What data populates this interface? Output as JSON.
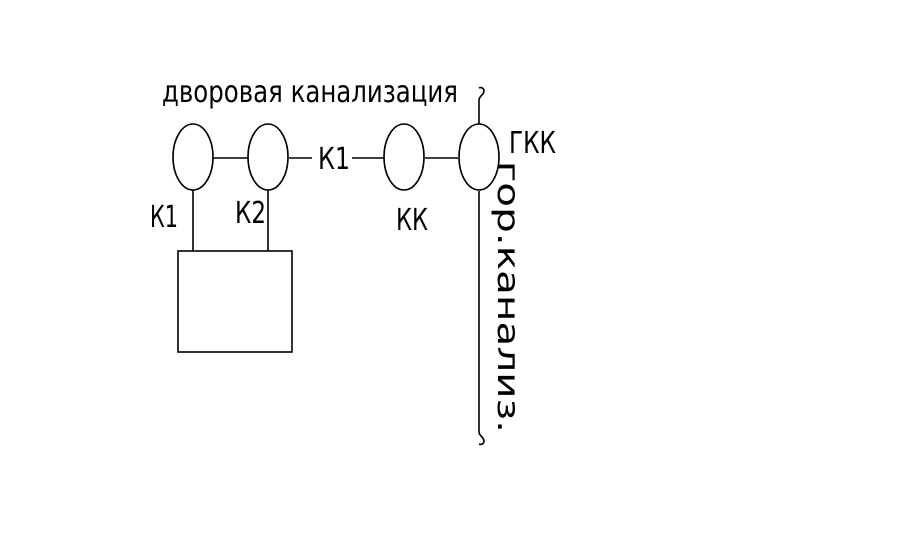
{
  "diagram": {
    "yard_sewer_label": "дворовая канализация",
    "pipe_label_k1": "К1",
    "well_k1_label": "К1",
    "well_k2_label": "К2",
    "control_well_label": "КК",
    "city_well_label": "ГКК",
    "city_sewer_label": "гор.канализ."
  },
  "colors": {
    "line": "#000000",
    "background": "#ffffff"
  }
}
